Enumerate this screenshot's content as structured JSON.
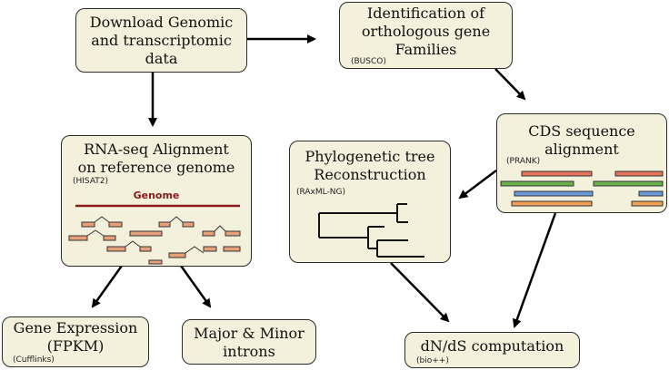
{
  "nodes": {
    "download": {
      "title": "Download Genomic\nand transcriptomic\ndata"
    },
    "orthologs": {
      "title": "Identification of\northologous gene\nFamilies",
      "tool": "(BUSCO)"
    },
    "rnaseq": {
      "title": "RNA-seq Alignment\non reference genome",
      "tool": "(HISAT2)",
      "genome_label": "Genome"
    },
    "cds": {
      "title": "CDS sequence\nalignment",
      "tool": "(PRANK)"
    },
    "phylo": {
      "title": "Phylogenetic tree\nReconstruction",
      "tool": "(RAxML-NG)"
    },
    "expression": {
      "title": "Gene Expression\n(FPKM)",
      "tool": "(Cufflinks)"
    },
    "introns": {
      "title": "Major & Minor\nintrons"
    },
    "dnds": {
      "title": "dN/dS computation",
      "tool": "(bio++)"
    }
  },
  "colors": {
    "box_fill": "#f3f0dc",
    "genome_line": "#8b1a1a",
    "read": "#e8a07a",
    "aln_red": "#e8735a",
    "aln_green": "#6ab04c",
    "aln_blue": "#6a9bd8",
    "aln_orange": "#f0a050"
  }
}
